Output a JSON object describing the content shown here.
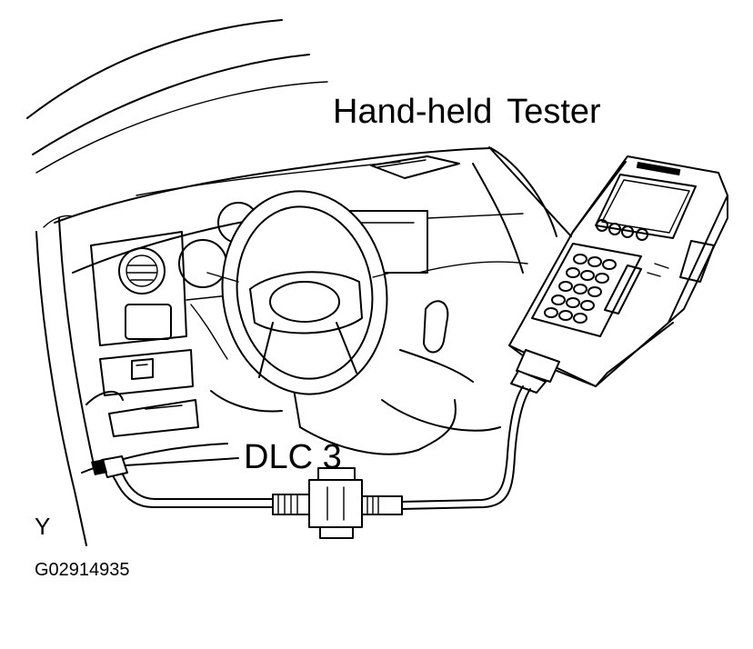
{
  "labels": {
    "tester": "Hand-held Tester",
    "connector": "DLC 3",
    "corner_mark": "Y",
    "figure_id": "G02914935"
  }
}
